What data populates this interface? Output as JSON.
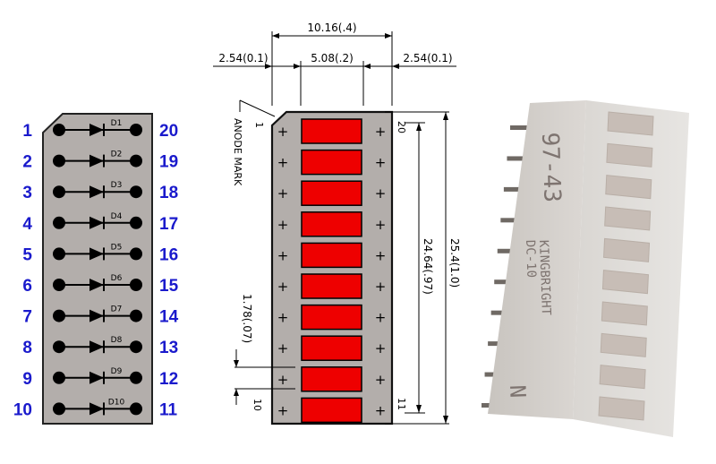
{
  "schematic": {
    "left_pins": [
      "1",
      "2",
      "3",
      "4",
      "5",
      "6",
      "7",
      "8",
      "9",
      "10"
    ],
    "right_pins": [
      "20",
      "19",
      "18",
      "17",
      "16",
      "15",
      "14",
      "13",
      "12",
      "11"
    ],
    "diodes": [
      "D1",
      "D2",
      "D3",
      "D4",
      "D5",
      "D6",
      "D7",
      "D8",
      "D9",
      "D10"
    ],
    "pin_color": "#1a1acc",
    "body_color": "#b3aeab"
  },
  "drawing": {
    "dim_top_width": "10.16(.4)",
    "dim_left_offset": "2.54(0.1)",
    "dim_center": "5.08(.2)",
    "dim_right_offset": "2.54(0.1)",
    "dim_inner_height": "24.64(.97)",
    "dim_outer_height": "25.4(1.0)",
    "dim_pitch": "1.78(.07)",
    "anode_mark": "ANODE MARK",
    "pin_1": "1",
    "pin_10": "10",
    "pin_11": "11",
    "pin_20": "20",
    "plus_sign": "+",
    "segment_color": "#ee0000"
  },
  "photo": {
    "part_number": "97-43",
    "brand": "KINGBRIGHT",
    "model": "DC-10",
    "corner_mark": "N"
  }
}
